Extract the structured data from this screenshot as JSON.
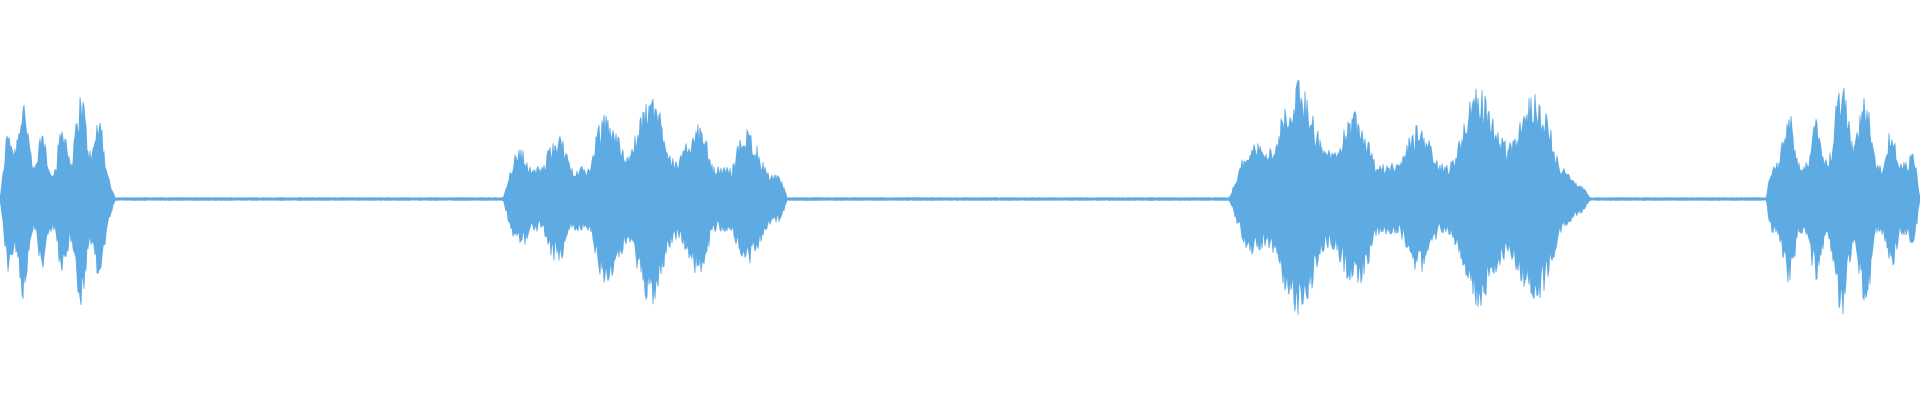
{
  "waveform": {
    "color": "#5eaae3",
    "background": "#ffffff",
    "segments": [
      {
        "name": "speech-segment-1",
        "start": 0.0,
        "end": 0.06,
        "peak": 0.9
      },
      {
        "name": "speech-segment-2",
        "start": 0.262,
        "end": 0.41,
        "peak": 0.88
      },
      {
        "name": "speech-segment-3",
        "start": 0.64,
        "end": 0.828,
        "peak": 0.97
      },
      {
        "name": "speech-segment-4",
        "start": 0.92,
        "end": 1.0,
        "peak": 1.0
      }
    ]
  }
}
